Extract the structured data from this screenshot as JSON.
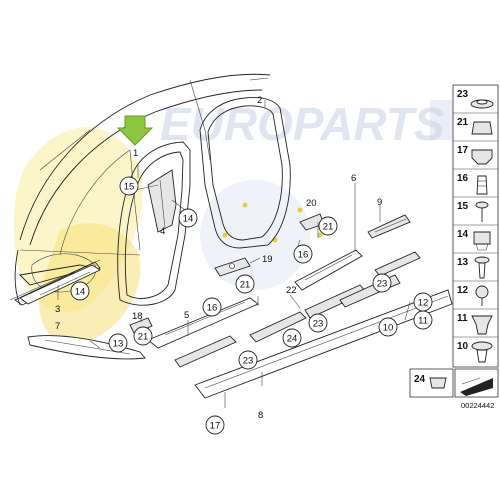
{
  "watermark": {
    "text": "EUROPARTS"
  },
  "doc_number": "00224442",
  "arrow_color": "#8cc63f",
  "callouts": [
    {
      "id": "c1",
      "text": "1"
    },
    {
      "id": "c2",
      "text": "2"
    },
    {
      "id": "c3",
      "text": "3"
    },
    {
      "id": "c4",
      "text": "4"
    },
    {
      "id": "c5",
      "text": "5"
    },
    {
      "id": "c6",
      "text": "6"
    },
    {
      "id": "c7",
      "text": "7"
    },
    {
      "id": "c8",
      "text": "8"
    },
    {
      "id": "c9",
      "text": "9"
    },
    {
      "id": "c18",
      "text": "18"
    },
    {
      "id": "c19",
      "text": "19"
    },
    {
      "id": "c20",
      "text": "20"
    },
    {
      "id": "c22",
      "text": "22"
    }
  ],
  "circled": [
    {
      "id": "k15",
      "text": "15"
    },
    {
      "id": "k14a",
      "text": "14"
    },
    {
      "id": "k14b",
      "text": "14"
    },
    {
      "id": "k13",
      "text": "13"
    },
    {
      "id": "k21a",
      "text": "21"
    },
    {
      "id": "k21b",
      "text": "21"
    },
    {
      "id": "k21c",
      "text": "21"
    },
    {
      "id": "k16a",
      "text": "16"
    },
    {
      "id": "k16b",
      "text": "16"
    },
    {
      "id": "k23a",
      "text": "23"
    },
    {
      "id": "k23b",
      "text": "23"
    },
    {
      "id": "k23c",
      "text": "23"
    },
    {
      "id": "k24",
      "text": "24"
    },
    {
      "id": "k12",
      "text": "12"
    },
    {
      "id": "k11",
      "text": "11"
    },
    {
      "id": "k10",
      "text": "10"
    },
    {
      "id": "k17",
      "text": "17"
    }
  ],
  "legend": [
    "23",
    "21",
    "17",
    "16",
    "15",
    "14",
    "13",
    "12",
    "11",
    "10"
  ],
  "legend_last": "24"
}
